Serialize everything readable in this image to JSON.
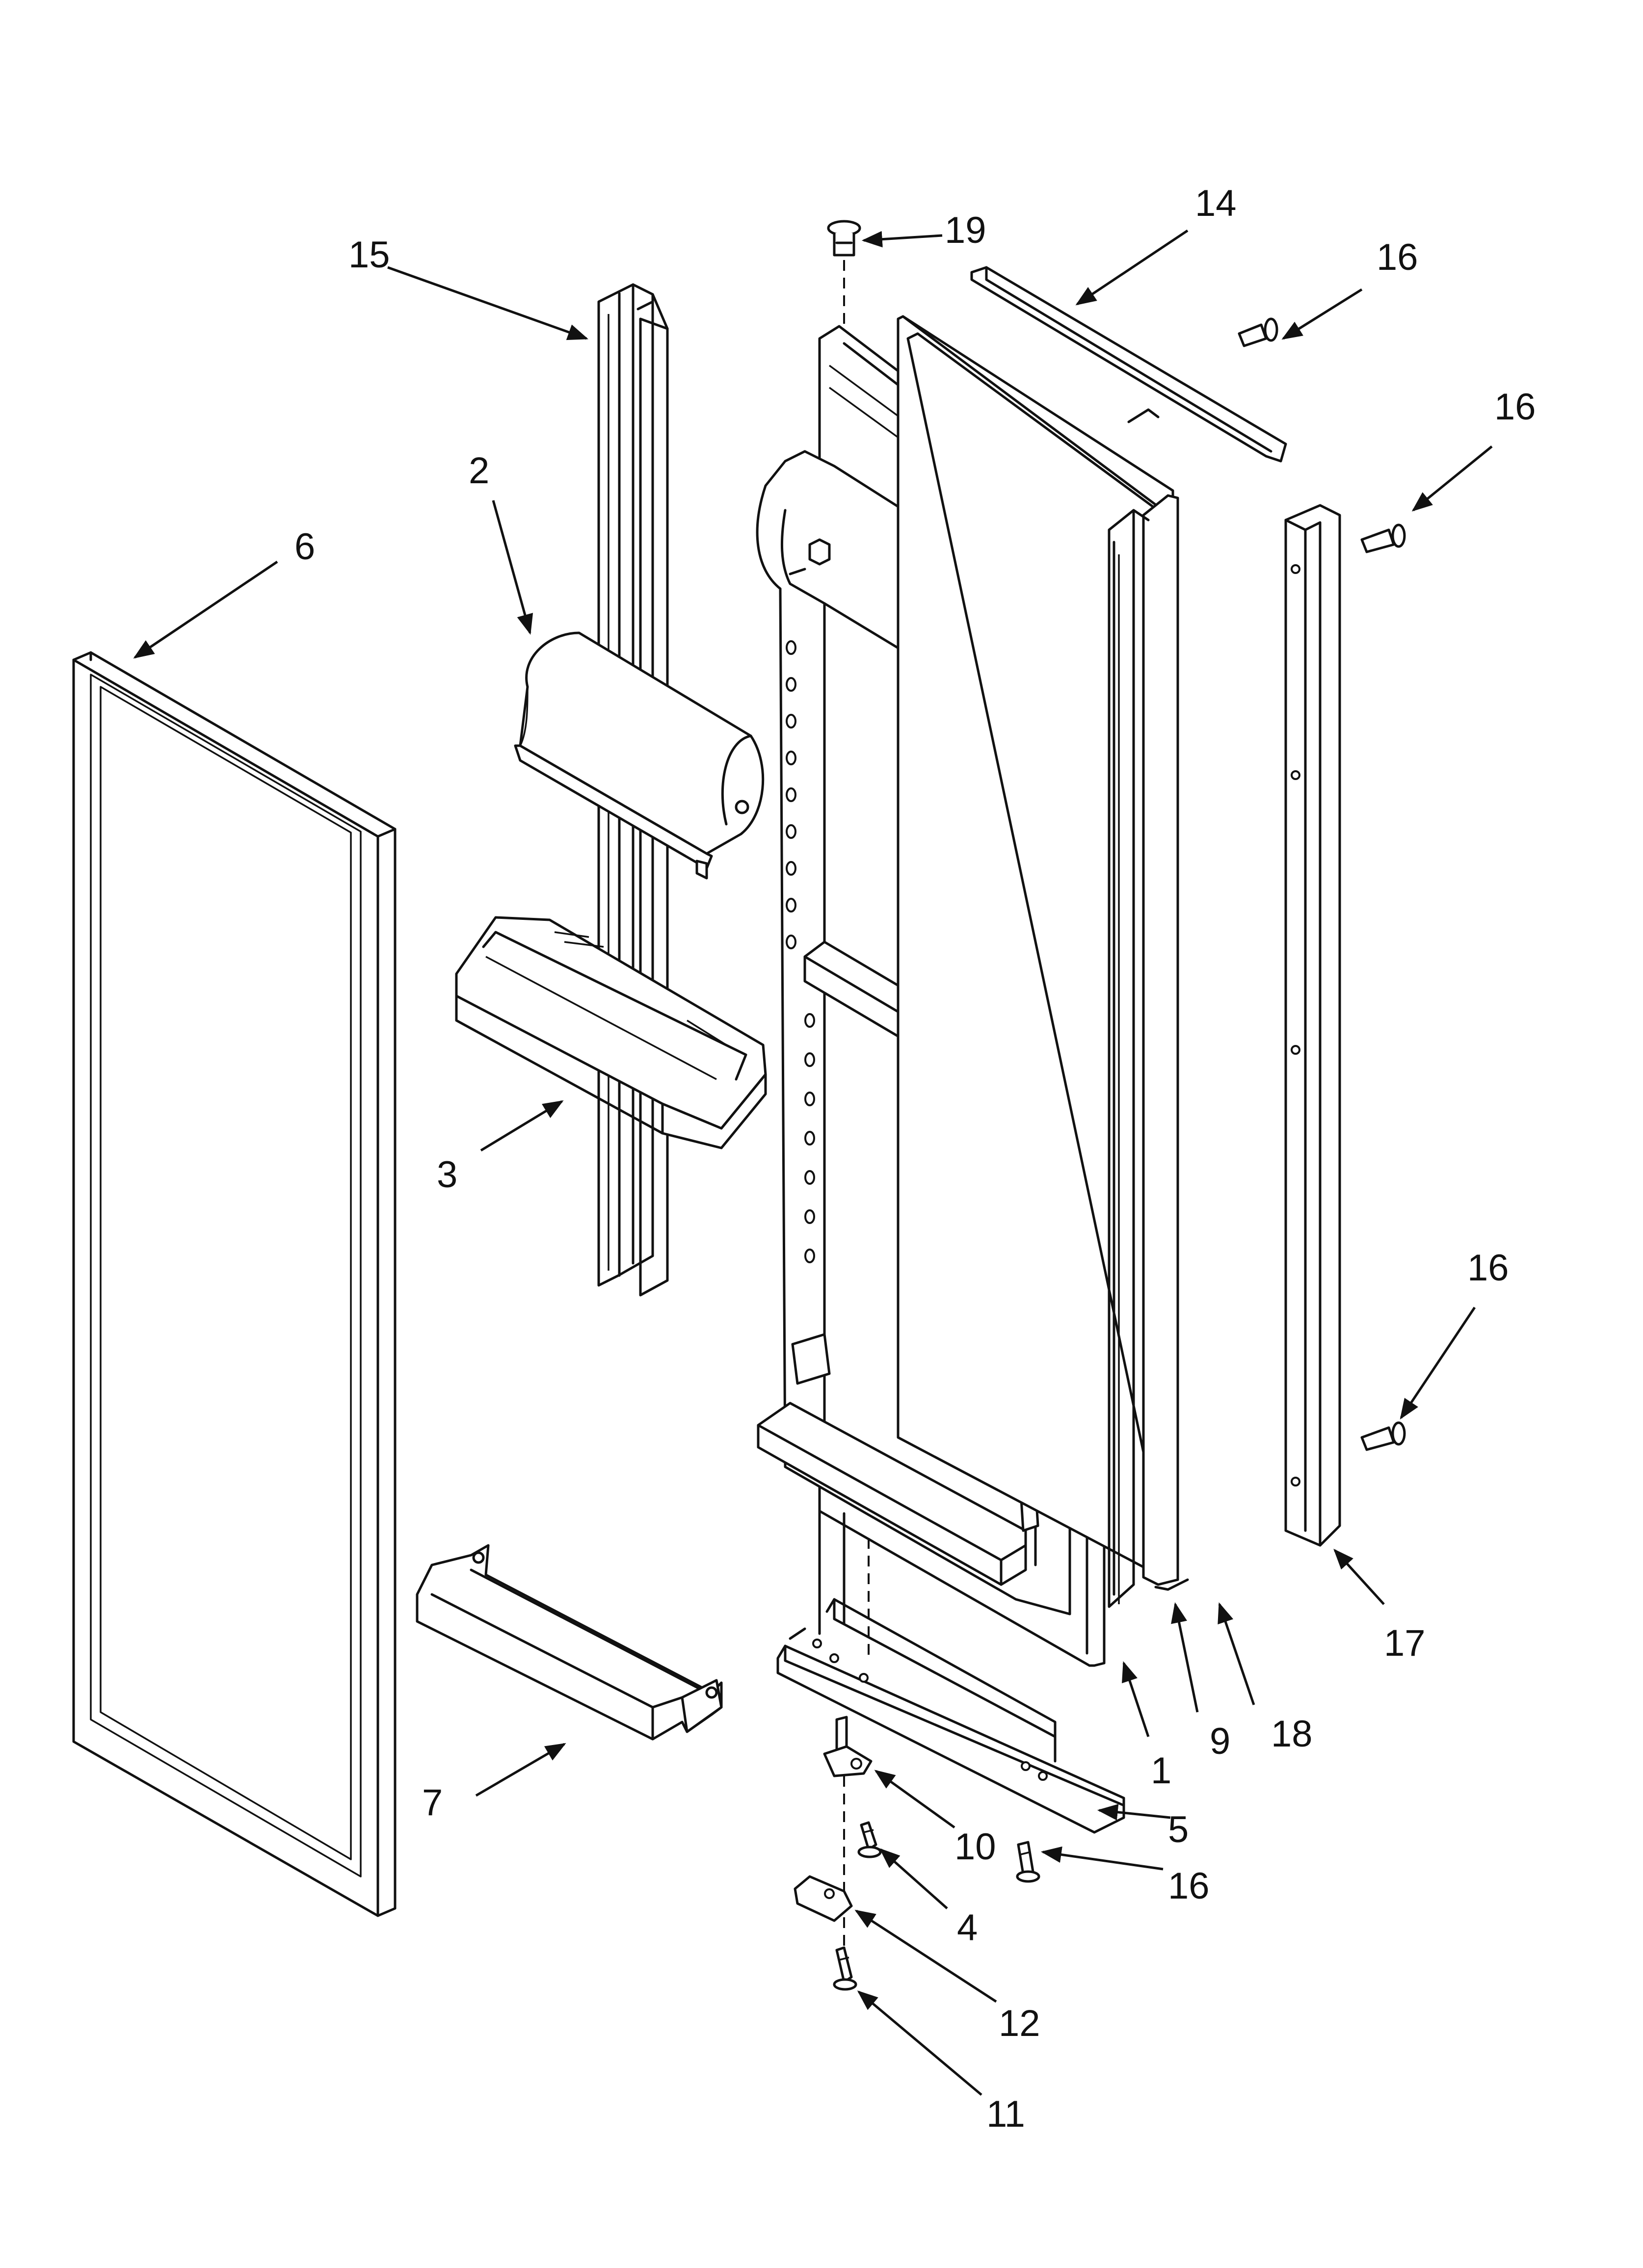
{
  "callouts": [
    {
      "id": "1",
      "text": "1"
    },
    {
      "id": "2",
      "text": "2"
    },
    {
      "id": "3",
      "text": "3"
    },
    {
      "id": "4",
      "text": "4"
    },
    {
      "id": "5",
      "text": "5"
    },
    {
      "id": "6",
      "text": "6"
    },
    {
      "id": "7",
      "text": "7"
    },
    {
      "id": "9",
      "text": "9"
    },
    {
      "id": "10",
      "text": "10"
    },
    {
      "id": "11",
      "text": "11"
    },
    {
      "id": "12",
      "text": "12"
    },
    {
      "id": "14",
      "text": "14"
    },
    {
      "id": "15",
      "text": "15"
    },
    {
      "id": "16a",
      "text": "16"
    },
    {
      "id": "16b",
      "text": "16"
    },
    {
      "id": "16c",
      "text": "16"
    },
    {
      "id": "16d",
      "text": "16"
    },
    {
      "id": "17",
      "text": "17"
    },
    {
      "id": "18",
      "text": "18"
    },
    {
      "id": "19",
      "text": "19"
    }
  ]
}
